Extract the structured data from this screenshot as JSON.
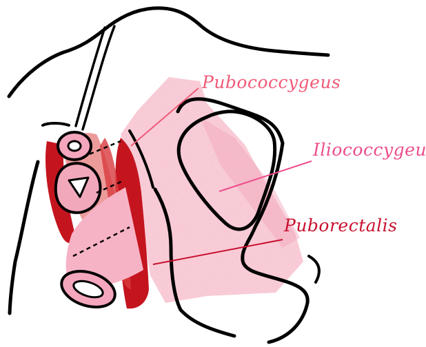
{
  "labels": {
    "pubococcygeus": "Pubococcygeus",
    "iliococcygeus": "Iliococcygeus",
    "puborectalis": "Puborectalis"
  },
  "colors": {
    "outline": "#000000",
    "pubococcygeus_text": "#f05a78",
    "iliococcygeus_text": "#ec4d8c",
    "puborectalis_text": "#c8102e",
    "speckle_pink": "#f3a0b4",
    "speckle_light": "#f7c8d4",
    "pale_pink": "#f7b3c6",
    "dark_red": "#c4151f",
    "mid_red": "#d83a3d",
    "salmon": "#e98a8a"
  }
}
